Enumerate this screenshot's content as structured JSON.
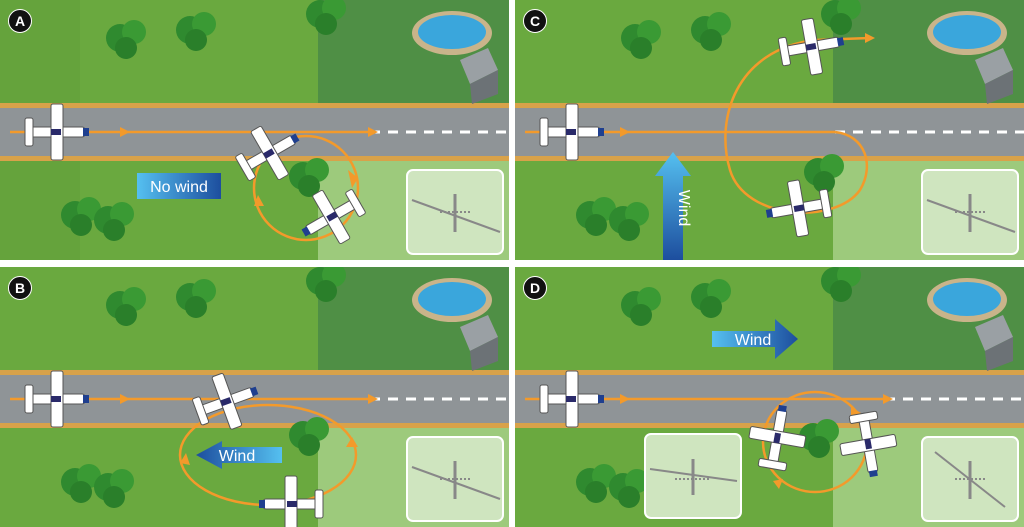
{
  "panels": [
    {
      "letter": "A",
      "wind_label": "No wind",
      "wind": "none"
    },
    {
      "letter": "B",
      "wind_label": "Wind",
      "wind": "left"
    },
    {
      "letter": "C",
      "wind_label": "Wind",
      "wind": "up"
    },
    {
      "letter": "D",
      "wind_label": "Wind",
      "wind": "right"
    }
  ],
  "colors": {
    "grass": "#6aa93f",
    "dark_field": "#4f8f45",
    "light_field": "#a9cf88",
    "road": "#8f9497",
    "road_edge": "#d8a24a",
    "path": "#f39a2b",
    "arrow_dark": "#1f4f9c",
    "arrow_light": "#4db8ea",
    "pond": "#3aa6dc",
    "tree": "#2e8b2e"
  }
}
